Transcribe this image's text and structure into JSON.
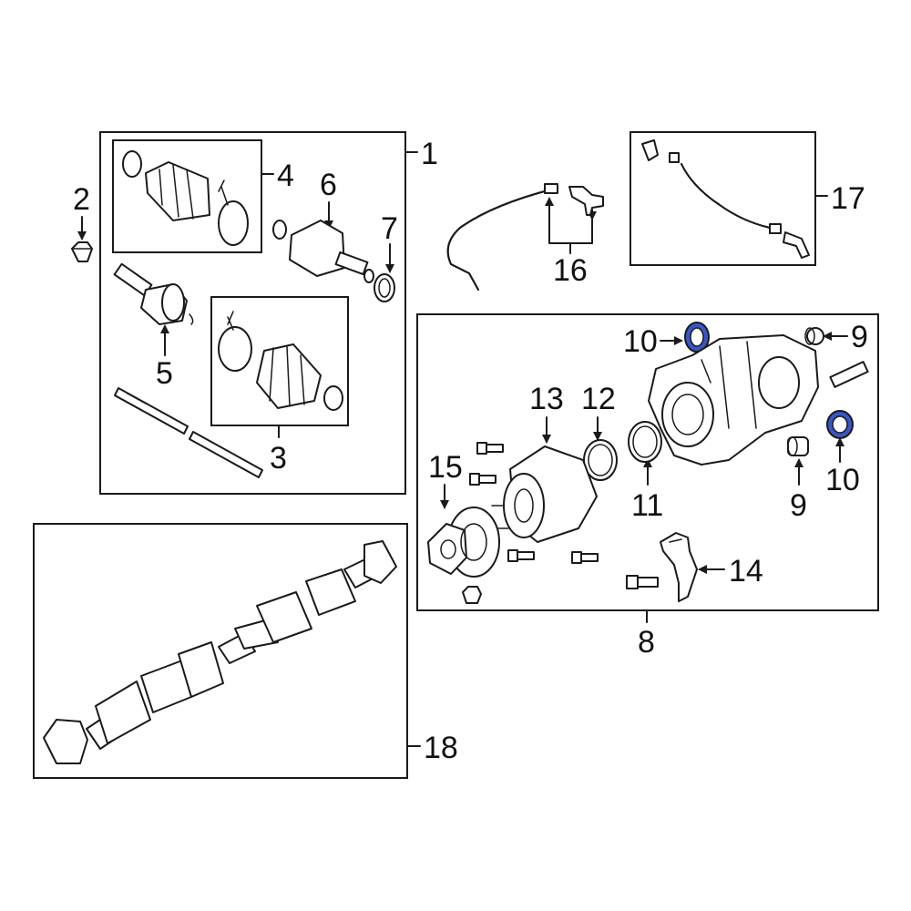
{
  "callouts": {
    "c1": "1",
    "c2": "2",
    "c3": "3",
    "c4": "4",
    "c5": "5",
    "c6": "6",
    "c7": "7",
    "c8": "8",
    "c9a": "9",
    "c9b": "9",
    "c10a": "10",
    "c10b": "10",
    "c11": "11",
    "c12": "12",
    "c13": "13",
    "c14": "14",
    "c15": "15",
    "c16": "16",
    "c17": "17",
    "c18": "18"
  },
  "highlight": {
    "color": "#3a55c4",
    "parts": [
      "10"
    ]
  }
}
